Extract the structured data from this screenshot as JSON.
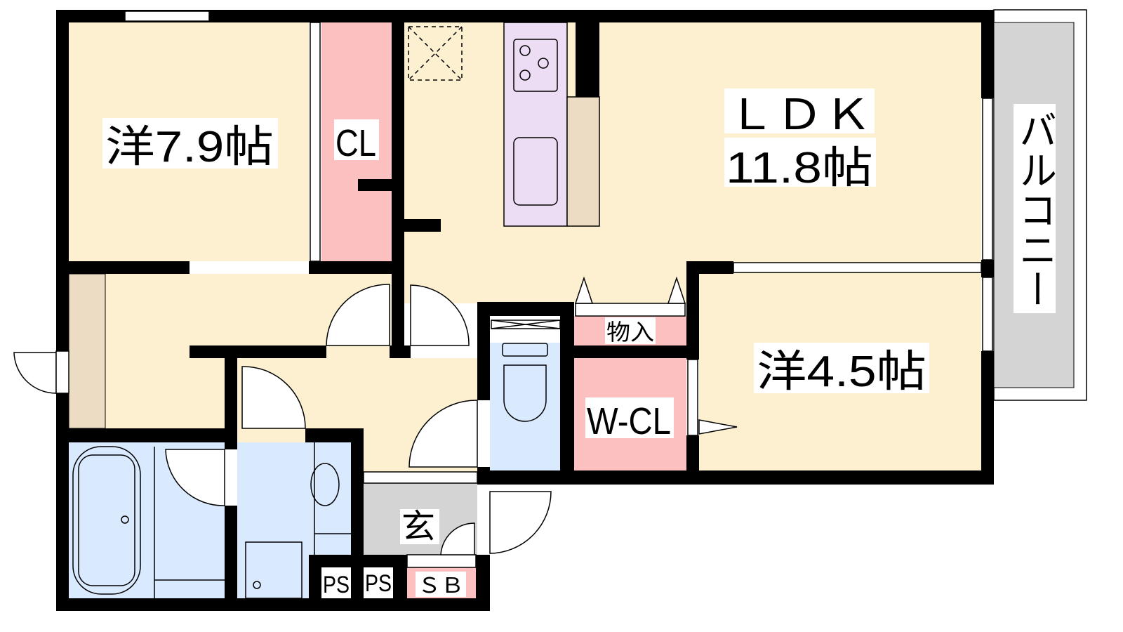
{
  "plan": {
    "rooms": {
      "western_large": "洋7.9帖",
      "closet": "CL",
      "ldk_name": "ＬＤＫ",
      "ldk_size": "11.8帖",
      "western_small": "洋4.5帖",
      "walk_in_closet": "W-CL",
      "storage": "物入",
      "balcony": "バルコニー",
      "entrance": "玄",
      "ps1": "PS",
      "ps2": "PS",
      "shoe_box": "ＳＢ"
    },
    "colors": {
      "room": "#fdf0d0",
      "closet": "#fcc0c0",
      "wet": "#d9eaff",
      "kitchen": "#ecdcf4",
      "counter": "#eddcc4",
      "balcony": "#d4d4d4",
      "wall": "#000000"
    }
  }
}
